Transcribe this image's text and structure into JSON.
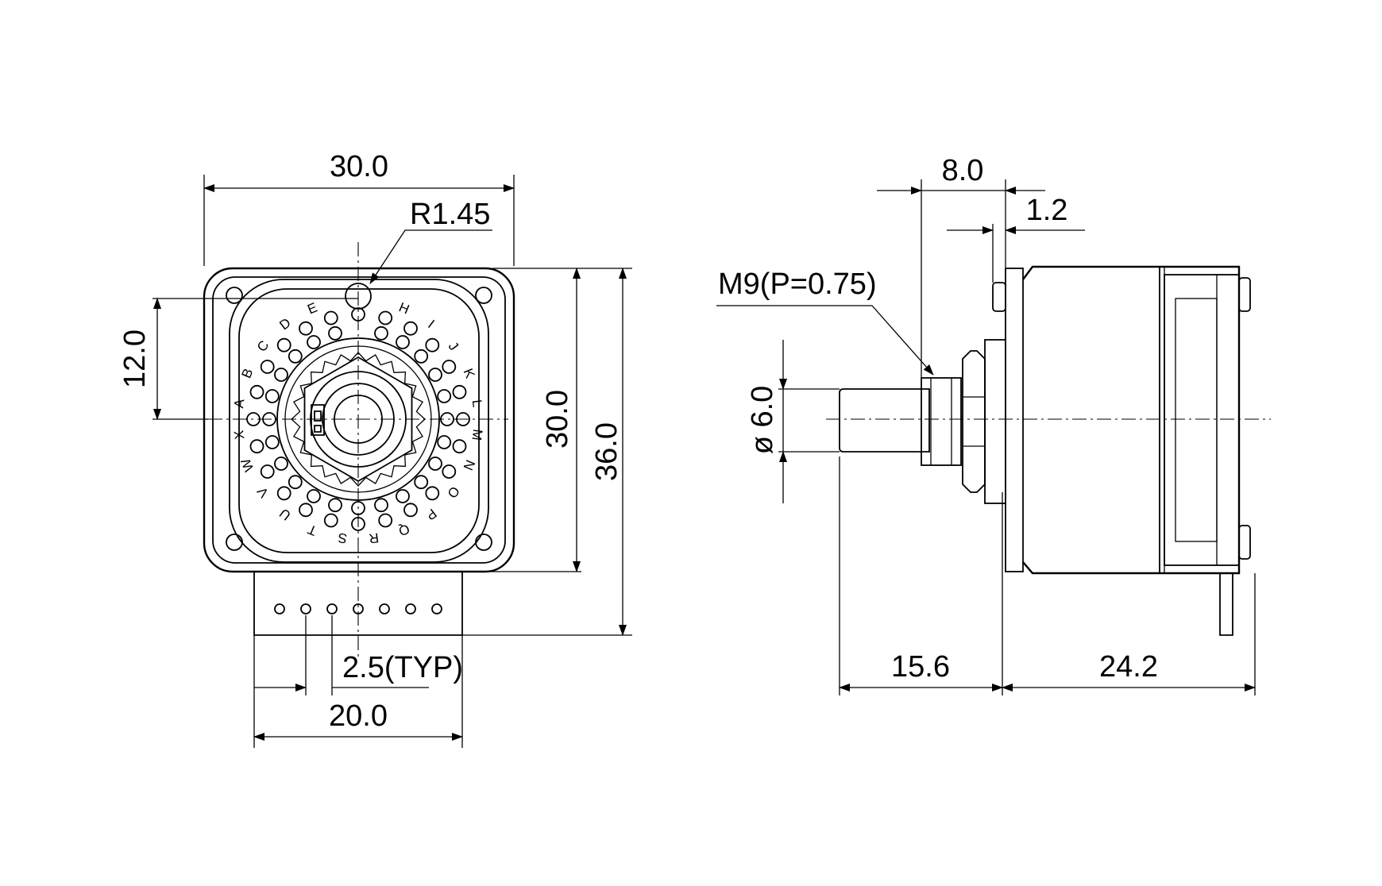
{
  "front_view": {
    "dimensions": {
      "width_top": "30.0",
      "radius": "R1.45",
      "offset_left": "12.0",
      "inner_height": "30.0",
      "total_height": "36.0",
      "pitch": "2.5(TYP)",
      "terminal_width": "20.0"
    },
    "position_labels": [
      "A",
      "B",
      "C",
      "D",
      "E",
      "H",
      "I",
      "J",
      "K",
      "L",
      "M",
      "N",
      "O",
      "P",
      "Q",
      "R",
      "S",
      "T",
      "U",
      "V",
      "W",
      "X"
    ]
  },
  "side_view": {
    "dimensions": {
      "bushing_length": "8.0",
      "nut_thickness": "1.2",
      "thread": "M9(P=0.75)",
      "shaft_diameter": "ø 6.0",
      "shaft_length": "15.6",
      "body_length": "24.2"
    }
  }
}
